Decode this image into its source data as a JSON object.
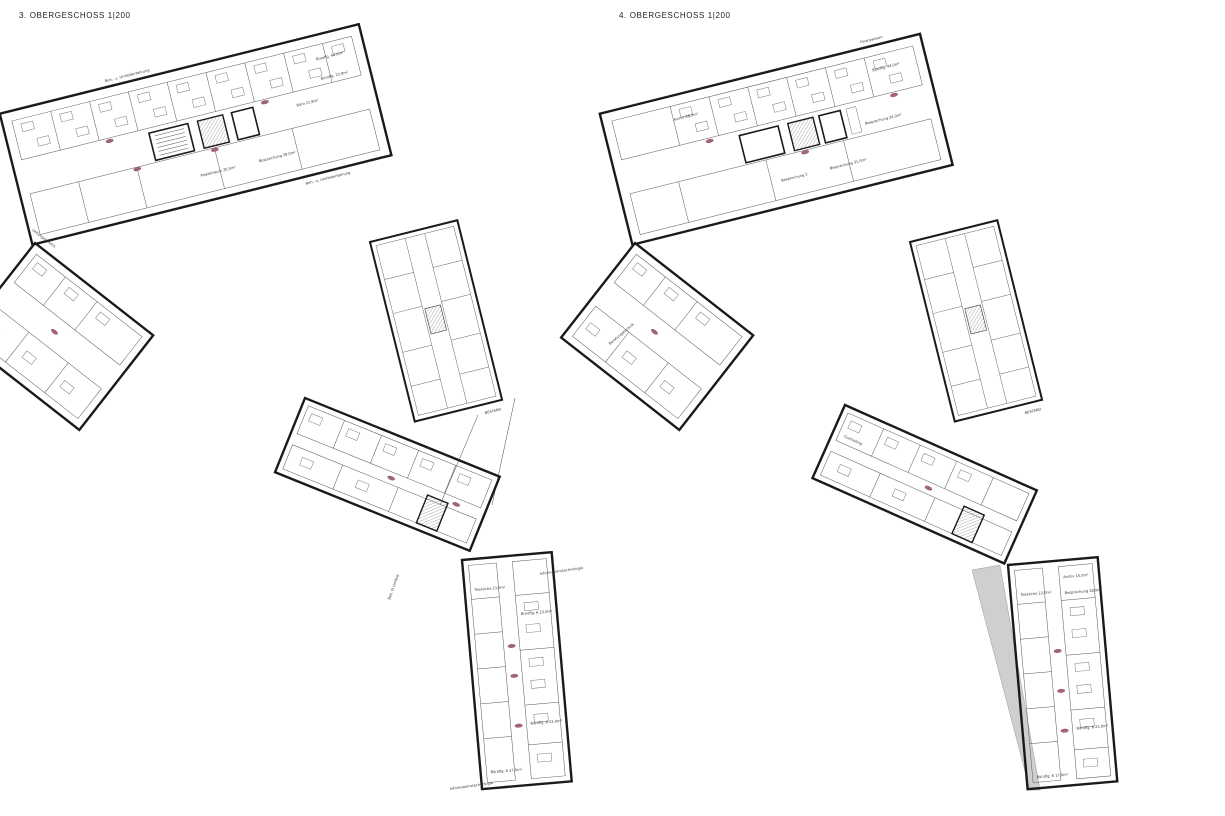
{
  "sheet": {
    "left_title": "3. OBERGESCHOSS  1|200",
    "right_title": "4. OBERGESCHOSS  1|200"
  },
  "colors": {
    "wall": "#1a1a1a",
    "thin_line": "#555555",
    "accent": "#a0647a",
    "shade": "#cfcfcf",
    "paper": "#ffffff"
  },
  "bestand_label": "BESTAND",
  "left_plan": {
    "labels": [
      "Beh.- u. Umfelderfahrung",
      "Beh.- u. Umfelderfahrung",
      "Leitungsbereich",
      "Projektraum 35,5m²",
      "Besprechung 28,0m²",
      "Büro 21,8m²",
      "Büroflg. 44,0m²",
      "Büroflg. 22,8m²",
      "Teeküche 23,0m²",
      "Informationstechnologie",
      "Informationstechnologie",
      "Beh. III Umfeld",
      "Büroflg. 6 23,0m²",
      "Büroflg. 6 23,0m²",
      "Büroflg. 6 27,0m²"
    ]
  },
  "right_plan": {
    "labels": [
      "Finanzwesen",
      "Archiv 68,0m²",
      "Büroflg. 44,0m²",
      "Besprechung 31,0m²",
      "Besprechung 24,0m²",
      "Besprechung 2",
      "Beratungstechnik",
      "Controlling",
      "Archiv 15,0m²",
      "Besprechung 28,0m²",
      "Teeküche 22,0m²",
      "Büroflg. 6 23,0m²",
      "Büroflg. 6 17,0m²"
    ]
  }
}
